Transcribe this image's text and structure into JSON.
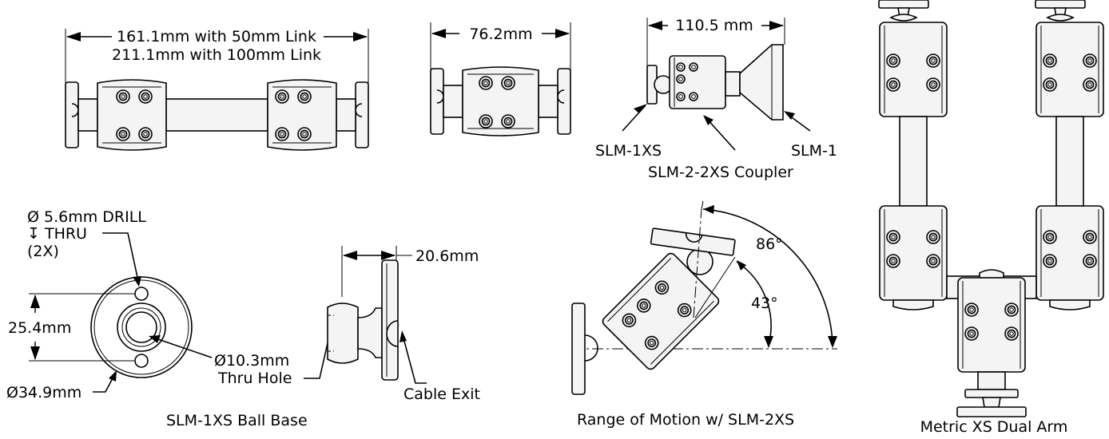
{
  "views": {
    "link_arm": {
      "dim_line1": "161.1mm with 50mm Link",
      "dim_line2": "211.1mm with 100mm Link"
    },
    "short_arm": {
      "dim": "76.2mm"
    },
    "coupler_assembly": {
      "dim": "110.5 mm",
      "callout_left": "SLM-1XS",
      "callout_middle": "SLM-2-2XS Coupler",
      "callout_right": "SLM-1"
    },
    "ball_base": {
      "drill_line1": "Ø 5.6mm DRILL",
      "drill_line2": "↧ THRU",
      "drill_line3": "(2X)",
      "dim_bolt_spacing": "25.4mm",
      "dim_outer_diameter": "Ø34.9mm",
      "hole_line1": "Ø10.3mm",
      "hole_line2": "Thru Hole",
      "dim_height": "20.6mm",
      "cable_callout": "Cable Exit",
      "caption": "SLM-1XS Ball Base"
    },
    "range_of_motion": {
      "angle_outer": "86°",
      "angle_inner": "43°",
      "caption": "Range of Motion w/ SLM-2XS"
    },
    "dual_arm": {
      "caption": "Metric XS Dual Arm"
    }
  }
}
